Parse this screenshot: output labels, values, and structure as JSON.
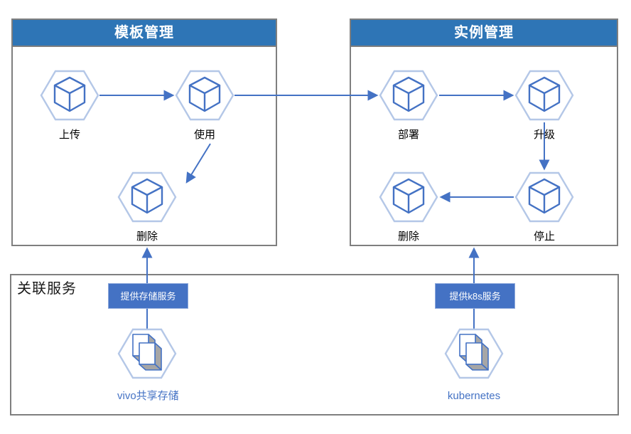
{
  "colors": {
    "header_blue": "#2E75B6",
    "accent_blue": "#4472C4",
    "hexagon_outline_blue": "#B4C7E7",
    "panel_border_gray": "#7F7F7F",
    "doc_shadow_gray": "#A6A6A6",
    "link_text_blue": "#4472C4"
  },
  "panels": {
    "template": {
      "title": "模板管理"
    },
    "instance": {
      "title": "实例管理"
    },
    "services": {
      "title": "关联服务"
    }
  },
  "nodes": {
    "upload": {
      "label": "上传",
      "icon": "cube-icon"
    },
    "use": {
      "label": "使用",
      "icon": "cube-icon"
    },
    "delete_template": {
      "label": "删除",
      "icon": "cube-icon"
    },
    "deploy": {
      "label": "部署",
      "icon": "cube-icon"
    },
    "upgrade": {
      "label": "升级",
      "icon": "cube-icon"
    },
    "delete_instance": {
      "label": "删除",
      "icon": "cube-icon"
    },
    "stop": {
      "label": "停止",
      "icon": "cube-icon"
    },
    "vivo_storage": {
      "label": "vivo共享存储",
      "icon": "documents-icon"
    },
    "kubernetes": {
      "label": "kubernetes",
      "icon": "documents-icon"
    }
  },
  "badges": {
    "storage": {
      "label": "提供存储服务"
    },
    "k8s": {
      "label": "提供k8s服务"
    }
  }
}
